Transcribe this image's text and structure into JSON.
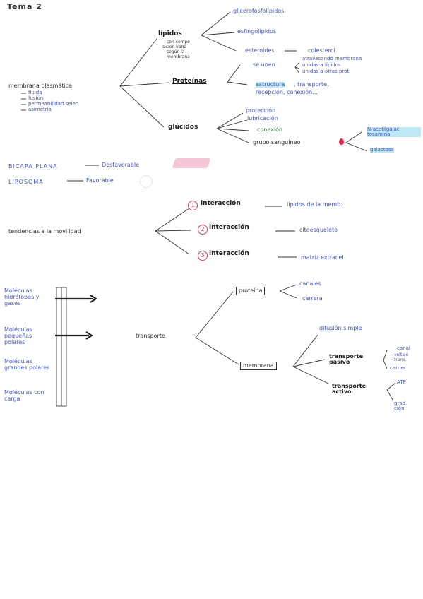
{
  "title": "Tema 2",
  "membrane": {
    "root": "membrana plasmática",
    "subitems": [
      "fluida",
      "fusión",
      "permeabilidad selec.",
      "asimetría"
    ],
    "lipidos": {
      "label": "lípidos",
      "note": [
        "con compo-",
        "sición varía",
        "según la",
        "membrana"
      ],
      "items": [
        "glicerofosfolípidos",
        "esfingolípidos",
        "esteroides"
      ],
      "esteroides_target": "colesterol",
      "colesterol_notes": [
        "atravesando membrana",
        "unidas a lípidos",
        "unidas a otras prot."
      ]
    },
    "proteinas": {
      "label": "Proteínas",
      "items": [
        "se unen",
        "estructura",
        ", transporte,",
        "recepción, conexión..."
      ]
    },
    "glucidos": {
      "label": "glúcidos",
      "items": [
        "protección",
        "lubricación",
        "conexión",
        "grupo sanguíneo"
      ],
      "grupo_targets": [
        "N-acetilgalac tosamina",
        "galactosa"
      ]
    }
  },
  "bicapa": {
    "rows": [
      {
        "label": "BICAPA PLANA",
        "result": "Desfavorable"
      },
      {
        "label": "LIPOSOMA",
        "result": "Favorable"
      }
    ]
  },
  "movilidad": {
    "root": "tendencias a la movilidad",
    "items": [
      {
        "num": "1",
        "label": "interacción",
        "target": "lípidos de la memb."
      },
      {
        "num": "2",
        "label": "interacción",
        "target": "citoesqueleto"
      },
      {
        "num": "3",
        "label": "interacción",
        "target": "matriz extracel."
      }
    ]
  },
  "molecules": [
    "Moléculas hidrófobas y gases",
    "Moléculas pequeñas polares",
    "Moléculas grandes polares",
    "Moléculas con carga"
  ],
  "transporte": {
    "root": "transporte",
    "proteina": {
      "label": "proteína",
      "items": [
        "canales",
        "carrera"
      ]
    },
    "membrana": {
      "label": "membrana",
      "difusion": "difusión simple",
      "pasivo": "transporte pasivo",
      "pasivo_items": [
        "canal",
        "- voltaje",
        "- trans.",
        "carrier"
      ],
      "activo": "transporte activo",
      "activo_items": [
        "ATP",
        "grad. ción."
      ]
    }
  },
  "colors": {
    "blue": "#3f55c7",
    "green": "#2e7d3a",
    "pink": "#f6c7d9",
    "red": "#d23a5a",
    "highlight": "#bfe8f5"
  }
}
